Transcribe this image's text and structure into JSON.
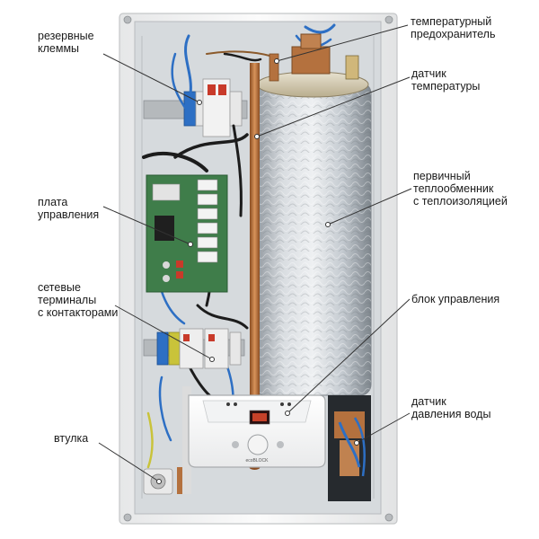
{
  "labels": {
    "reserve_terminals": [
      "резервные",
      "клеммы"
    ],
    "control_board": [
      "плата",
      "управления"
    ],
    "network_terminals": [
      "сетевые",
      "терминалы",
      "с контакторами"
    ],
    "bushing": [
      "втулка"
    ],
    "temp_fuse": [
      "температурный",
      "предохранитель"
    ],
    "temp_sensor": [
      "датчик",
      "температуры"
    ],
    "heat_exchanger": [
      "первичный",
      "теплообменник",
      "с теплоизоляцией"
    ],
    "control_unit": [
      "блок управления"
    ],
    "pressure_sensor": [
      "датчик",
      "давления воды"
    ]
  },
  "panel": {
    "brand": "ecoBLOCK"
  },
  "colors": {
    "frame": "#f4f4f4",
    "back_plate": "#d9dde0",
    "insulation": "#c9cfd4",
    "copper": "#b4713e",
    "wire_blue": "#2d6fc4",
    "wire_black": "#1c1c1c",
    "board_green": "#3f7d4a",
    "leader": "#333333"
  }
}
